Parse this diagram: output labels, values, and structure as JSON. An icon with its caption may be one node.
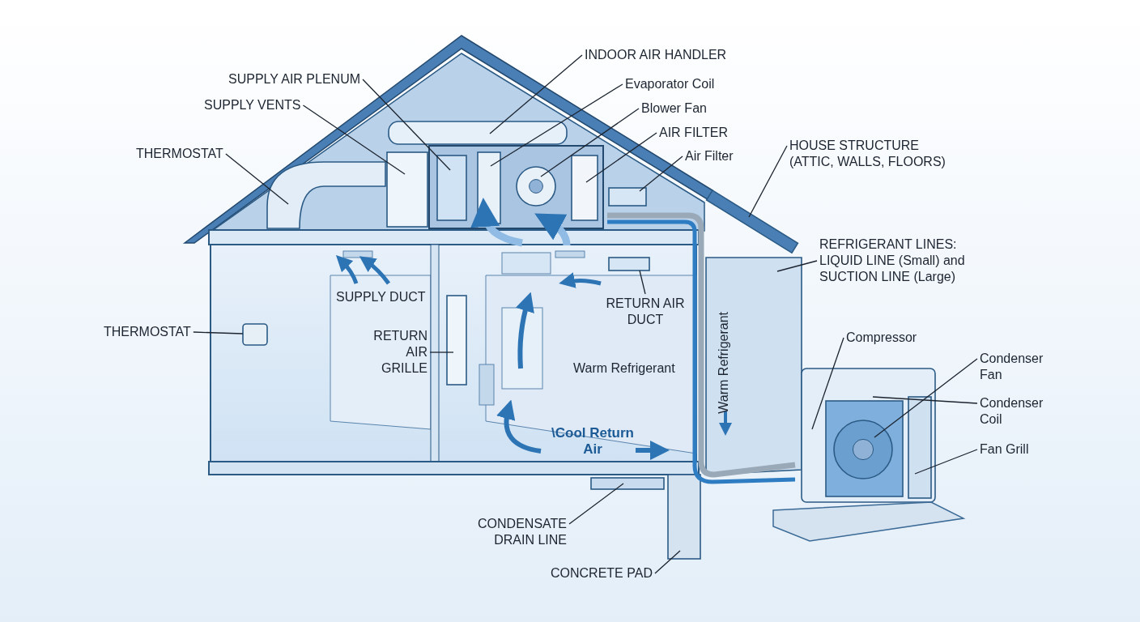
{
  "diagram": {
    "nodes": [
      {
        "text": [
          "SUPPLY AIR PLENUM"
        ]
      },
      {
        "text": [
          "SUPPLY VENTS"
        ]
      },
      {
        "text": [
          "THERMOSTAT"
        ]
      },
      {
        "text": [
          "INDOOR AIR HANDLER"
        ]
      },
      {
        "text": [
          "Evaporator Coil"
        ]
      },
      {
        "text": [
          "Blower Fan"
        ]
      },
      {
        "text": [
          "AIR FILTER"
        ]
      },
      {
        "text": [
          "Air Filter"
        ]
      },
      {
        "text": [
          "HOUSE STRUCTURE (ATTIC, WALLS, FLOORS)"
        ]
      },
      {
        "text": [
          "REFRIGERANT LINES: LIQUID LINE (Small) and SUCTION LINE (Large)"
        ]
      },
      {
        "text": [
          "THERMOSTAT"
        ]
      },
      {
        "text": [
          "RETURN AIR GRILLE"
        ]
      },
      {
        "text": [
          "RETURN AIR DUCT"
        ]
      },
      {
        "text": [
          "Compressor"
        ]
      },
      {
        "text": [
          "Condenser Fan"
        ]
      },
      {
        "text": [
          "Condenser Coil"
        ]
      },
      {
        "text": [
          "Fan Grill"
        ]
      },
      {
        "text": [
          "CONDENSATE DRAIN LINE"
        ]
      },
      {
        "text": [
          "CONCRETE PAD"
        ]
      },
      {
        "text": [],
        "shape": "box"
      },
      {
        "text": [],
        "shape": "box"
      },
      {
        "text": [],
        "shape": "picture"
      },
      {
        "text": [],
        "shape": "box"
      },
      {
        "text": [],
        "shape": "box"
      },
      {
        "text": [],
        "shape": "circle"
      },
      {
        "text": [],
        "shape": "box"
      },
      {
        "text": [],
        "shape": "box"
      },
      {
        "text": [],
        "shape": "bar"
      },
      {
        "text": [],
        "shape": "picture"
      },
      {
        "text": [],
        "shape": "box"
      },
      {
        "text": [],
        "shape": "box"
      },
      {
        "text": [],
        "shape": "box"
      },
      {
        "text": [],
        "shape": "box"
      },
      {
        "text": [],
        "shape": "box",
        "in": 32
      },
      {
        "text": [],
        "shape": "circle",
        "in": 33
      },
      {
        "text": [],
        "shape": "box",
        "in": 32
      },
      {
        "text": [],
        "shape": "box"
      },
      {
        "text": [],
        "shape": "box"
      }
    ],
    "edges": [
      {
        "from": 0,
        "to": 19,
        "arrow": "none"
      },
      {
        "from": 1,
        "to": 20,
        "arrow": "none"
      },
      {
        "from": 2,
        "to": 21,
        "arrow": "none"
      },
      {
        "from": 3,
        "to": 22,
        "arrow": "none"
      },
      {
        "from": 4,
        "to": 23,
        "arrow": "none"
      },
      {
        "from": 5,
        "to": 24,
        "arrow": "none"
      },
      {
        "from": 6,
        "to": 25,
        "arrow": "none"
      },
      {
        "from": 7,
        "to": 26,
        "arrow": "none"
      },
      {
        "from": 8,
        "to": 27,
        "arrow": "none"
      },
      {
        "from": 9,
        "to": 28,
        "arrow": "none"
      },
      {
        "from": 10,
        "to": 29,
        "arrow": "none"
      },
      {
        "from": 11,
        "to": 30,
        "arrow": "none"
      },
      {
        "from": 12,
        "to": 31,
        "arrow": "none"
      },
      {
        "from": 13,
        "to": 32,
        "arrow": "none"
      },
      {
        "from": 14,
        "to": 34,
        "arrow": "none"
      },
      {
        "from": 15,
        "to": 33,
        "arrow": "none"
      },
      {
        "from": 16,
        "to": 35,
        "arrow": "none"
      },
      {
        "from": 17,
        "to": 36,
        "arrow": "none"
      },
      {
        "from": 18,
        "to": 37,
        "arrow": "none"
      }
    ],
    "labels": [
      "SUPPLY DUCT",
      "Warm Refrigerant",
      "Warm Refrigerant",
      "\\Cool Return Air"
    ]
  }
}
